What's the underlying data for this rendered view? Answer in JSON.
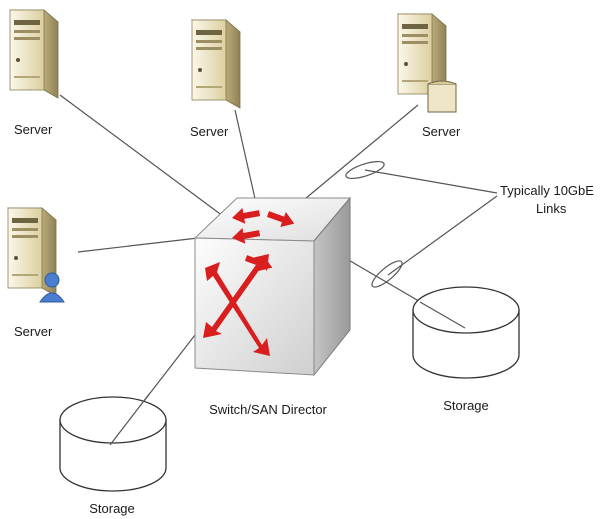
{
  "nodes": {
    "server_top_left": {
      "label": "Server"
    },
    "server_top_mid": {
      "label": "Server"
    },
    "server_top_right": {
      "label": "Server"
    },
    "server_left": {
      "label": "Server"
    },
    "switch": {
      "label": "Switch/SAN Director"
    },
    "storage_right": {
      "label": "Storage"
    },
    "storage_bottom": {
      "label": "Storage"
    }
  },
  "annotation": {
    "line1": "Typically 10GbE",
    "line2": "Links"
  },
  "colors": {
    "server_body": "#efe6c8",
    "server_shadow": "#a79a6c",
    "switch_face": "#e8e8e8",
    "arrow": "#d81e1e",
    "line": "#555555",
    "user_badge": "#4a7fd0"
  }
}
